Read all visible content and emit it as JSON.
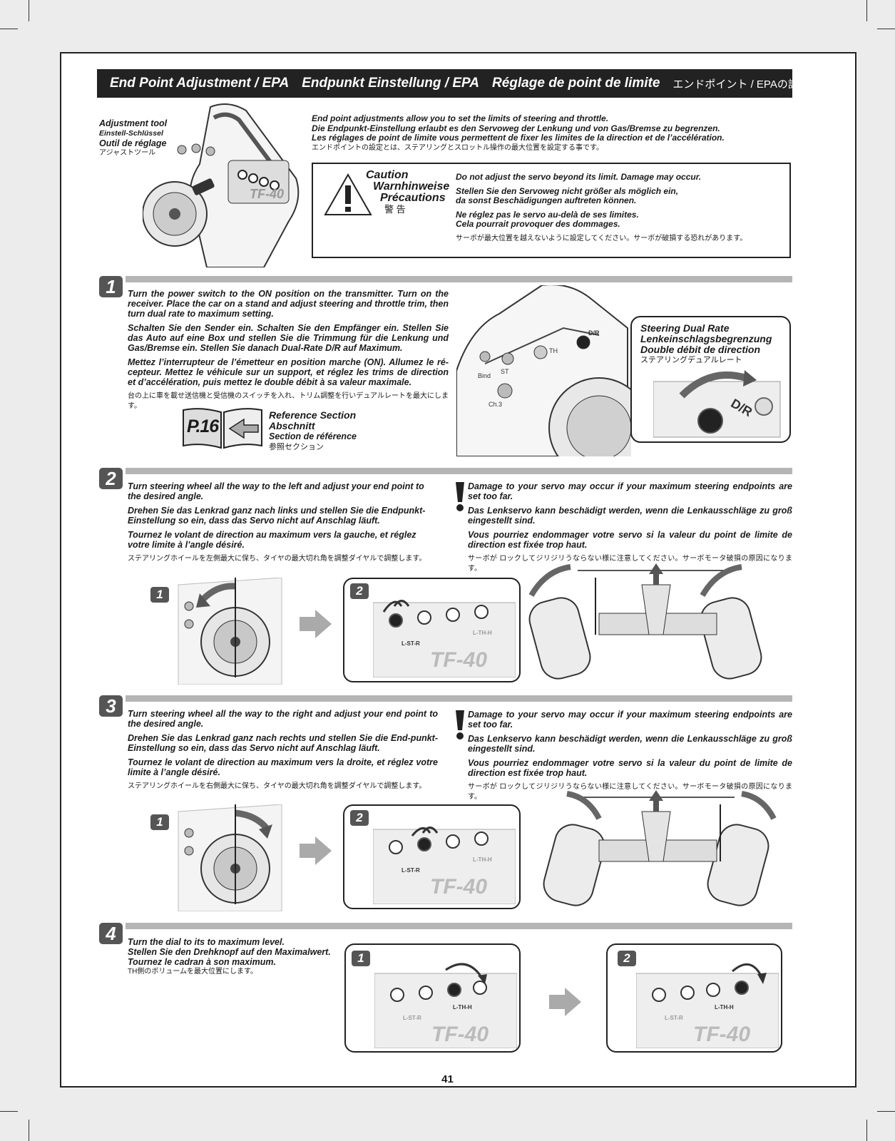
{
  "header": {
    "title_en": "End Point Adjustment / EPA",
    "title_de": "Endpunkt Einstellung / EPA",
    "title_fr": "Réglage de point de limite",
    "title_jp": "エンドポイント / EPAの設定"
  },
  "tool": {
    "en": "Adjustment tool",
    "de": "Einstell-Schlüssel",
    "fr": "Outil de réglage",
    "jp": "アジャストツール"
  },
  "intro": {
    "en": "End point adjustments allow you to set the limits of steering and throttle.",
    "de": "Die Endpunkt-Einstellung erlaubt es den Servoweg der Lenkung und von Gas/Bremse zu begrenzen.",
    "fr": "Les réglages de point de limite vous permettent de fixer les limites de la direction et de l’accélération.",
    "jp": "エンドポイントの設定とは、ステアリングとスロットル操作の最大位置を設定する事です。"
  },
  "caution": {
    "label_en": "Caution",
    "label_de": "Warnhinweise",
    "label_fr": "Précautions",
    "label_jp": "警 告",
    "en": "Do not adjust the servo beyond its limit. Damage may occur.",
    "de1": "Stellen Sie den Servoweg nicht größer als möglich ein,",
    "de2": "da sonst Beschädigungen auftreten können.",
    "fr1": "Ne réglez pas le servo au-delà de ses limites.",
    "fr2": "Cela pourrait provoquer des dommages.",
    "jp": "サーボが最大位置を越えないように設定してください。サーボが破損する恐れがあります。"
  },
  "steps": {
    "s1": {
      "num": "1",
      "en": "Turn the power switch to the ON position on the transmitter. Turn on the receiver. Place the car on a stand and adjust steering and throttle trim, then turn dual rate to maximum setting.",
      "de": "Schalten Sie den Sender ein. Schalten Sie den Empfänger ein. Stellen Sie das Auto auf eine Box und stellen Sie die Trimmung für die Lenkung und Gas/Bremse ein. Stellen Sie danach Dual-Rate D/R auf Maximum.",
      "fr": "Mettez l’interrupteur de l’émetteur en position marche (ON). Allumez le ré-cepteur. Mettez le véhicule sur un support, et réglez les trims de direction et d’accélération, puis mettez le double débit à sa valeur maximale.",
      "jp": "台の上に車を載せ送信機と受信機のスイッチを入れ、トリム調整を行いデュアルレートを最大にします。",
      "ref_page": "P.16",
      "ref_en": "Reference Section",
      "ref_de": "Abschnitt",
      "ref_fr": "Section de référence",
      "ref_jp": "参照セクション",
      "callout_en": "Steering Dual Rate",
      "callout_de": "Lenkeinschlagsbegrenzung",
      "callout_fr": "Double débit de direction",
      "callout_jp": "ステアリングデュアルレート",
      "dial_label": "D/R",
      "tx_labels": [
        "D/R",
        "TH",
        "ST",
        "Bind",
        "Ch.3"
      ]
    },
    "s2": {
      "num": "2",
      "en": "Turn steering wheel all the way to the left and adjust your end point to the desired angle.",
      "de": "Drehen Sie das Lenkrad ganz nach links und stellen Sie die Endpunkt-Einstellung so ein, dass das Servo nicht auf Anschlag läuft.",
      "fr": "Tournez le volant de direction au maximum vers la gauche, et réglez votre limite à l’angle désiré.",
      "jp": "ステアリングホイールを左側最大に保ち、タイヤの最大切れ角を調整ダイヤルで調整します。",
      "warn_en": "Damage to your servo may occur if your maximum steering endpoints are set too far.",
      "warn_de": "Das Lenkservo kann beschädigt werden, wenn die Lenkausschläge zu groß eingestellt sind.",
      "warn_fr": "Vous pourriez endommager votre servo si la valeur du point de limite de direction est fixée trop haut.",
      "warn_jp": "サーボが ロックしてジリジリうならない様に注意してください。サーボモータ破損の原因になります。",
      "sub1": "1",
      "sub2": "2"
    },
    "s3": {
      "num": "3",
      "en": "Turn steering wheel all the way to the right and adjust your end point to the desired angle.",
      "de": "Drehen Sie das Lenkrad ganz nach rechts und stellen Sie die End-punkt-Einstellung so ein, dass das Servo nicht auf Anschlag läuft.",
      "fr": "Tournez le volant de direction au maximum vers la droite, et réglez votre limite à l’angle désiré.",
      "jp": "ステアリングホイールを右側最大に保ち、タイヤの最大切れ角を調整ダイヤルで調整します。",
      "warn_en": "Damage to your servo may occur if your maximum steering endpoints are set too far.",
      "warn_de": "Das Lenkservo kann beschädigt werden, wenn die Lenkausschläge zu groß eingestellt sind.",
      "warn_fr": "Vous pourriez endommager votre servo si la valeur du point de limite de direction est fixée trop haut.",
      "warn_jp": "サーボが ロックしてジリジリうならない様に注意してください。サーボモータ破損の原因になります。",
      "sub1": "1",
      "sub2": "2"
    },
    "s4": {
      "num": "4",
      "en": "Turn the dial to its to maximum level.",
      "de": "Stellen Sie den Drehknopf auf den Maximalwert.",
      "fr": "Tournez le cadran à son maximum.",
      "jp": "TH側のボリュームを最大位置にします。",
      "sub1": "1",
      "sub2": "2"
    }
  },
  "panel_labels": {
    "left": "L-ST-R",
    "right": "L-TH-H",
    "brand": "TF-40"
  },
  "page_number": "41"
}
